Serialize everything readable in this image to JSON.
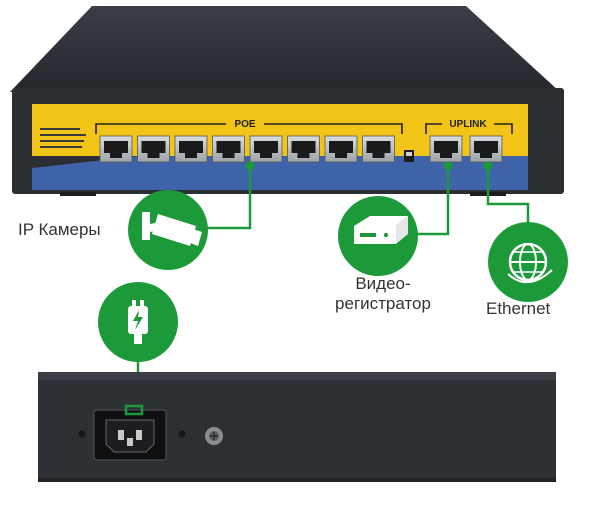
{
  "labels": {
    "poe": "POE",
    "uplink": "UPLINK",
    "ip_cameras": "IP Камеры",
    "dvr_line1": "Видео-",
    "dvr_line2": "регистратор",
    "ethernet": "Ethernet"
  },
  "counts": {
    "poe_ports": 8,
    "uplink_ports": 2
  },
  "colors": {
    "accent_green": "#1c9a3a",
    "panel_yellow": "#f2c418",
    "panel_blue": "#3f63a8",
    "case_dark": "#2a2d32"
  },
  "icons": [
    "ip-camera-icon",
    "dvr-icon",
    "ethernet-globe-icon",
    "power-plug-icon"
  ]
}
